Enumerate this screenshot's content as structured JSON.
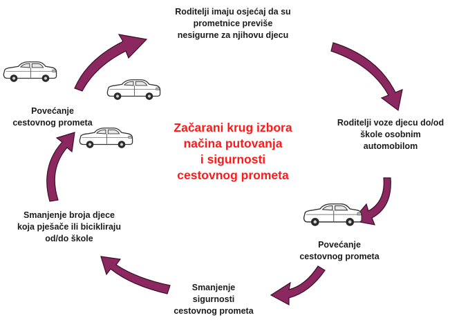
{
  "title": {
    "lines": [
      "Začarani krug izbora",
      "načina putovanja",
      "i sigurnosti",
      "cestovnog prometa"
    ],
    "color": "#ff1a1a"
  },
  "nodes": [
    {
      "id": "top",
      "lines": [
        "Roditelji imaju osjećaj da su",
        "prometnice previše",
        "nesigurne za njihovu djecu"
      ]
    },
    {
      "id": "right",
      "lines": [
        "Roditelji voze djecu do/od",
        "škole osobnim",
        "automobilom"
      ]
    },
    {
      "id": "bottom-right",
      "lines": [
        "Povećanje",
        "cestovnog prometa"
      ]
    },
    {
      "id": "bottom",
      "lines": [
        "Smanjenje",
        "sigurnosti",
        "cestovnog prometa"
      ]
    },
    {
      "id": "left",
      "lines": [
        "Smanjenje broja djece",
        "koja pješače ili bicikliraju",
        "od/do škole"
      ]
    },
    {
      "id": "top-left",
      "lines": [
        "Povećanje",
        "cestovnog prometa"
      ]
    }
  ],
  "colors": {
    "arrow_fill": "#8c2860",
    "arrow_stroke": "#3a0d28",
    "car_stroke": "#333333",
    "text": "#1b1b1b"
  },
  "icons": [
    "car-icon",
    "curved-arrow-icon"
  ]
}
